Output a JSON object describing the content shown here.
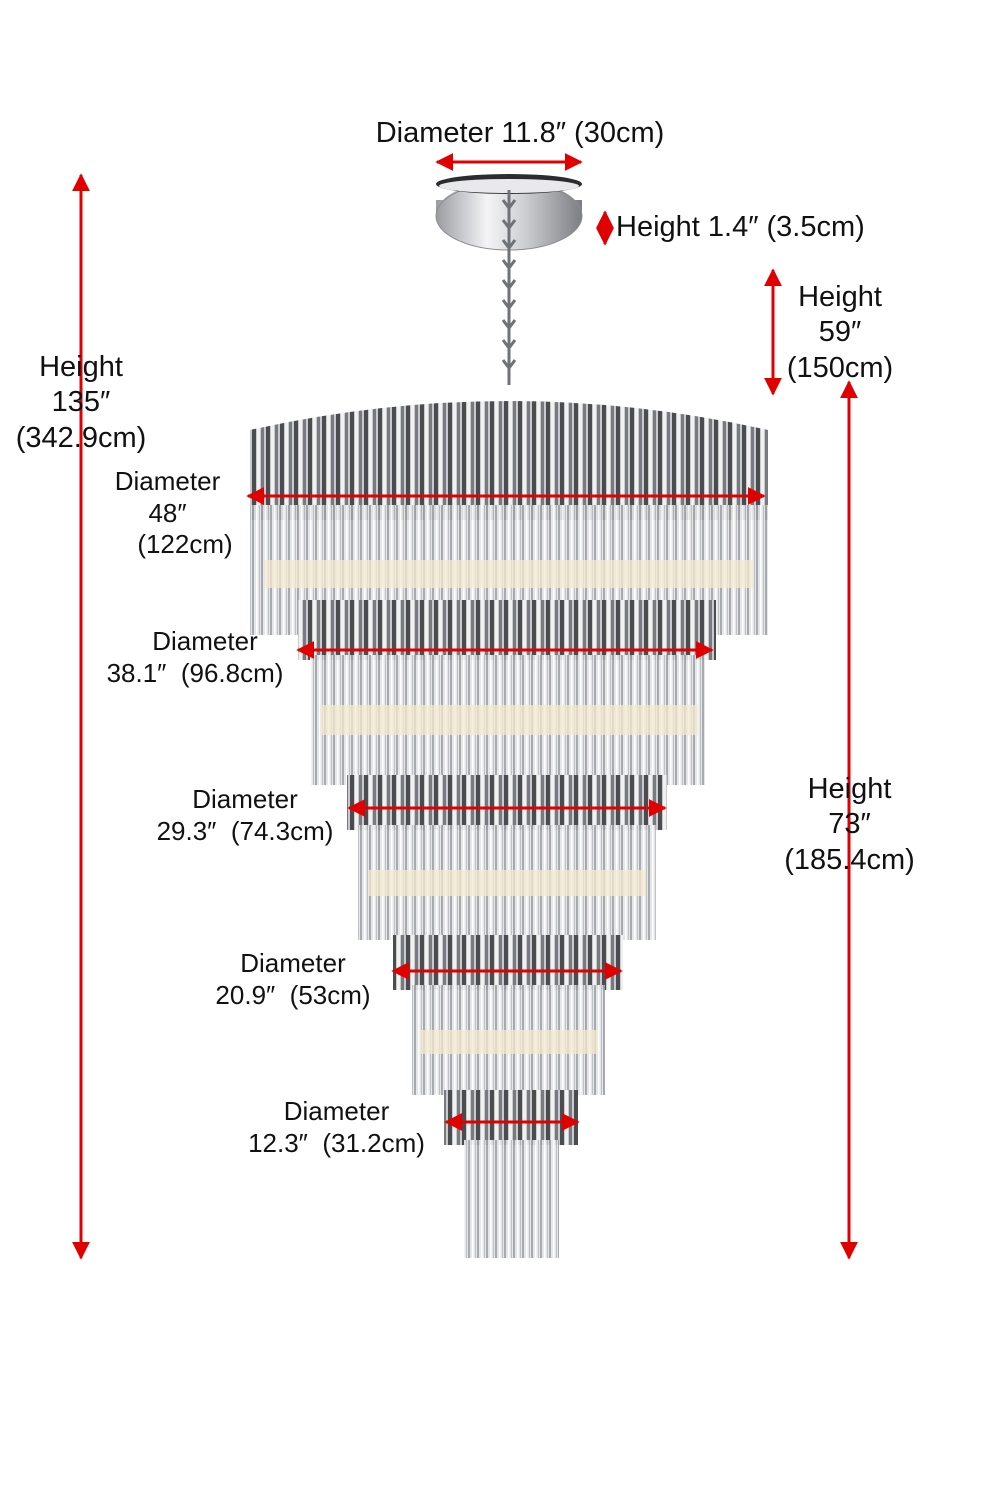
{
  "canopy_diameter": "Diameter 11.8″ (30cm)",
  "canopy_height": "Height  1.4″  (3.5cm)",
  "chain_height": {
    "label": "Height",
    "inches": "59″",
    "cm": "(150cm)"
  },
  "total_height": {
    "label": "Height",
    "inches": "135″",
    "cm": "(342.9cm)"
  },
  "body_height": {
    "label": "Height",
    "inches": "73″",
    "cm": "(185.4cm)"
  },
  "tiers": [
    {
      "label": "Diameter",
      "inches": "48″",
      "cm": "(122cm)"
    },
    {
      "label": "Diameter",
      "size": "38.1″  (96.8cm)"
    },
    {
      "label": "Diameter",
      "size": "29.3″  (74.3cm)"
    },
    {
      "label": "Diameter",
      "size": "20.9″  (53cm)"
    },
    {
      "label": "Diameter",
      "size": "12.3″  (31.2cm)"
    }
  ],
  "colors": {
    "dimension_arrow": "#e10000",
    "chrome": "#8a8a8e",
    "crystal": "#d6d9dc"
  }
}
